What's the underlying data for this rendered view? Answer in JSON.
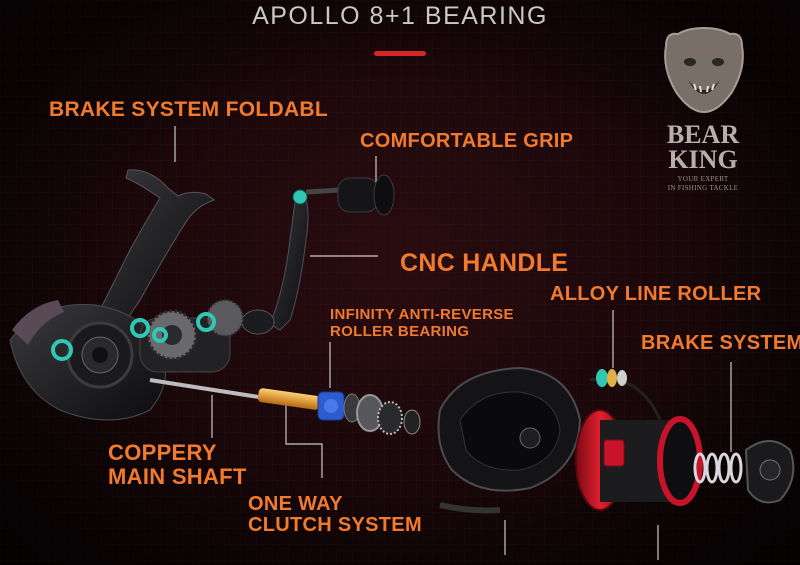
{
  "header": {
    "title": "APOLLO 8+1 BEARING"
  },
  "brand": {
    "line1": "BEAR",
    "line2": "KING",
    "tagline1": "YOUR EXPERT",
    "tagline2": "IN FISHING TACKLE"
  },
  "callouts": {
    "brake_foldable": "BRAKE SYSTEM FOLDABL",
    "comfortable_grip": "COMFORTABLE GRIP",
    "cnc_handle": "CNC HANDLE",
    "alloy_line_roller": "ALLOY LINE ROLLER",
    "infinity_line1": "INFINITY ANTI-REVERSE",
    "infinity_line2": "ROLLER BEARING",
    "brake_system": "BRAKE SYSTEM",
    "coppery_line1": "COPPERY",
    "coppery_line2": "MAIN SHAFT",
    "clutch_line1": "ONE WAY",
    "clutch_line2": "CLUTCH SYSTEM"
  },
  "colors": {
    "accent": "#f07a2e",
    "title": "#c9c9c9",
    "title_bar": "#d82525",
    "background": "#180709",
    "spool_red": "#c8142a",
    "bearing_teal": "#2fc8b4",
    "shaft_gold": "#e0a030",
    "clutch_blue": "#2c5cd0"
  }
}
